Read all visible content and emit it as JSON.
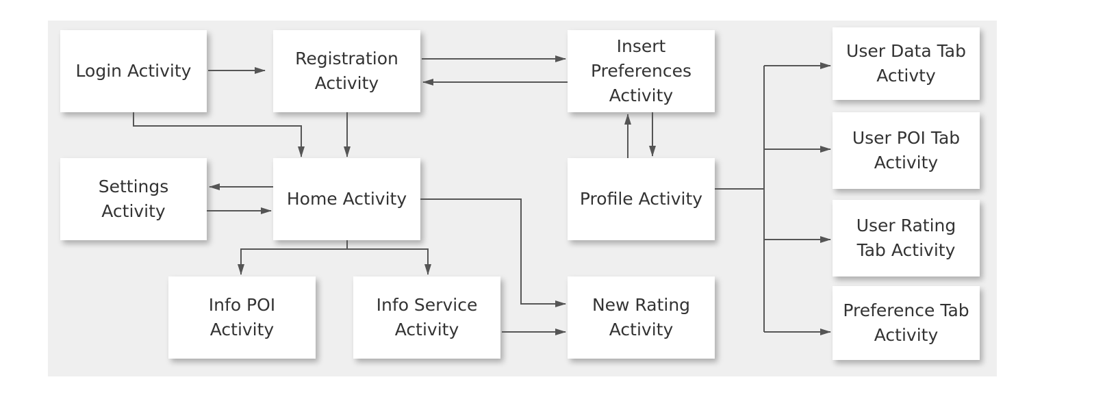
{
  "colors": {
    "background": "#ffffff",
    "panel": "#efefef",
    "node_fill": "#ffffff",
    "node_text": "#333333",
    "edge": "#555555"
  },
  "nodes": {
    "login": "Login Activity",
    "registration": "Registration\nActivity",
    "insert_preferences": "Insert\nPreferences\nActivity",
    "home": "Home Activity",
    "settings": "Settings\nActivity",
    "profile": "Profile Activity",
    "info_poi": "Info POI\nActivity",
    "info_service": "Info Service\nActivity",
    "new_rating": "New Rating\nActivity",
    "user_data_tab": "User Data Tab\nActivty",
    "user_poi_tab": "User POI Tab\nActivity",
    "user_rating_tab": "User Rating\nTab Activity",
    "preference_tab": "Preference Tab\nActivity"
  }
}
